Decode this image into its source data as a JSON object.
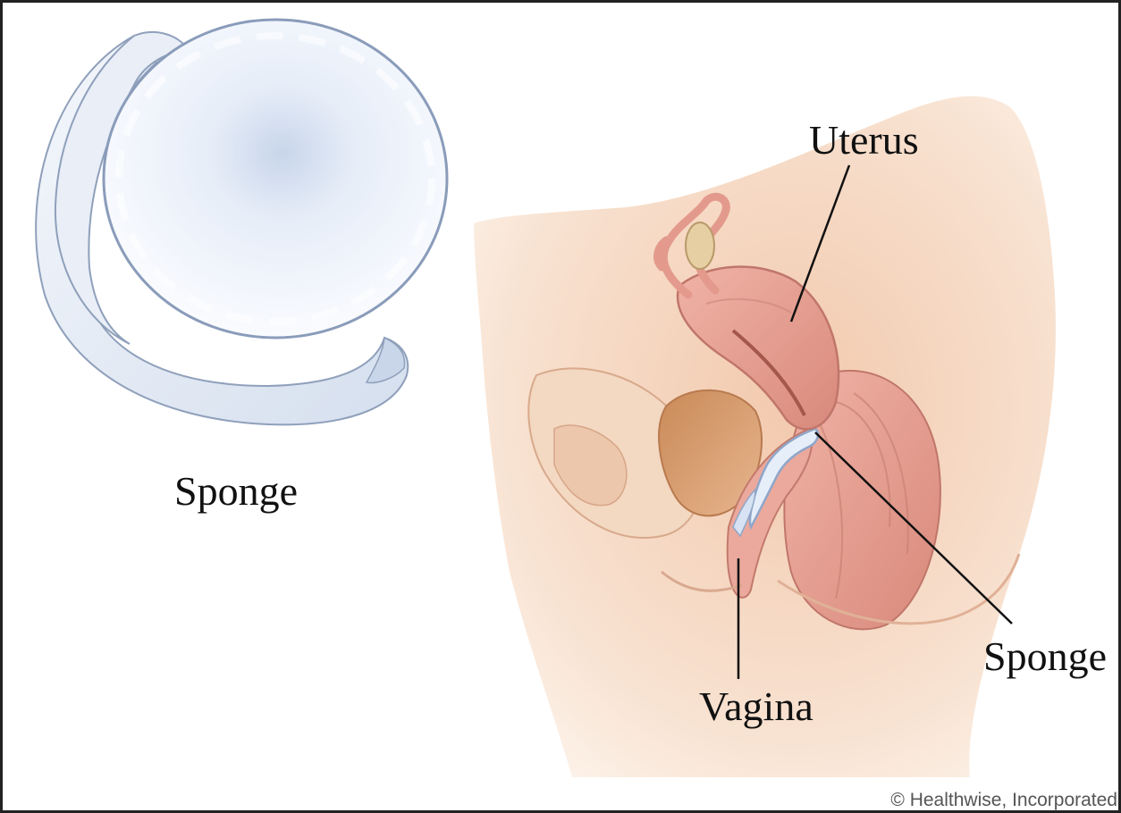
{
  "figure": {
    "labels": {
      "sponge_product": "Sponge",
      "uterus": "Uterus",
      "sponge_placed": "Sponge",
      "vagina": "Vagina"
    },
    "credit": "© Healthwise, Incorporated"
  },
  "colors": {
    "border": "#222222",
    "sponge_fill": "#eef3fb",
    "sponge_shadow": "#b9c8df",
    "skin": "#f6dcc8",
    "skin_shadow": "#e7b79c",
    "muscle": "#e29a8d",
    "muscle_dark": "#c9766a",
    "leader_line": "#111111"
  }
}
